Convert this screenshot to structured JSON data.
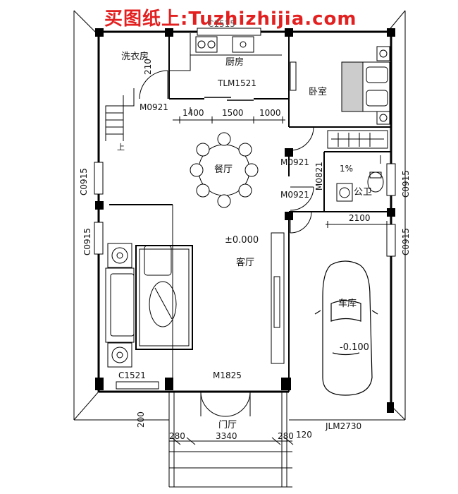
{
  "watermark": "买图纸上:Tuzhizhijia.com",
  "rooms": {
    "laundry": "洗衣房",
    "kitchen": "厨房",
    "bedroom": "卧室",
    "dining": "餐厅",
    "public_bath": "公卫",
    "living": "客厅",
    "garage": "车库",
    "foyer": "门厅",
    "stair_up": "上"
  },
  "openings": {
    "kitchen_door": "TLM1521",
    "laundry_door": "M0921",
    "bedroom_door": "M0921",
    "bath_door_side": "M0821",
    "bath_door": "M0921",
    "window_left_upper": "C0915",
    "window_left_lower": "C0915",
    "window_right_upper": "C0915",
    "window_right_lower": "C0915",
    "window_front": "C1521",
    "main_door": "M1825",
    "garage_door": "JLM2730",
    "top_window": "C1515"
  },
  "dimensions": {
    "d1400": "1400",
    "d1500": "1500",
    "d1000": "1000",
    "d2100": "2100",
    "d280a": "280",
    "d3340": "3340",
    "d280b": "280",
    "d120": "120",
    "d200": "200",
    "d210": "210"
  },
  "levels": {
    "living_level": "±0.000",
    "garage_level": "-0.100",
    "slope": "1%"
  }
}
